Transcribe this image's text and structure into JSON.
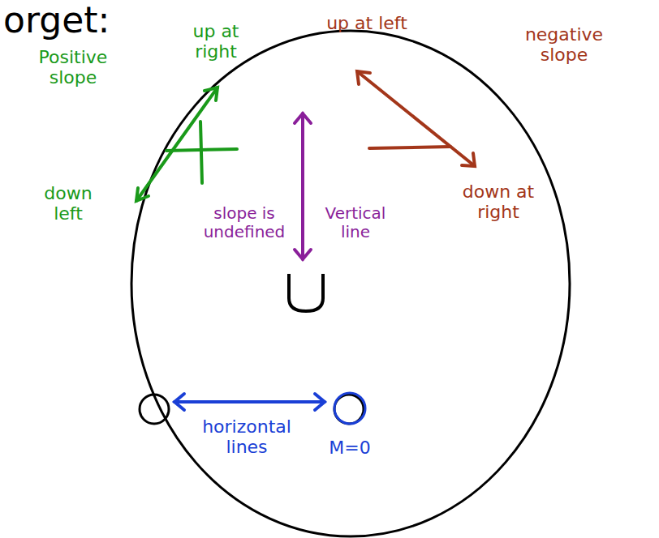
{
  "diagram": {
    "labels": [
      "orget:",
      "Positive slope",
      "up at right",
      "down left",
      "up at left",
      "negative slope",
      "down at right",
      "slope is undefined",
      "Vertical line",
      "horizontal lines",
      "M=0"
    ]
  }
}
